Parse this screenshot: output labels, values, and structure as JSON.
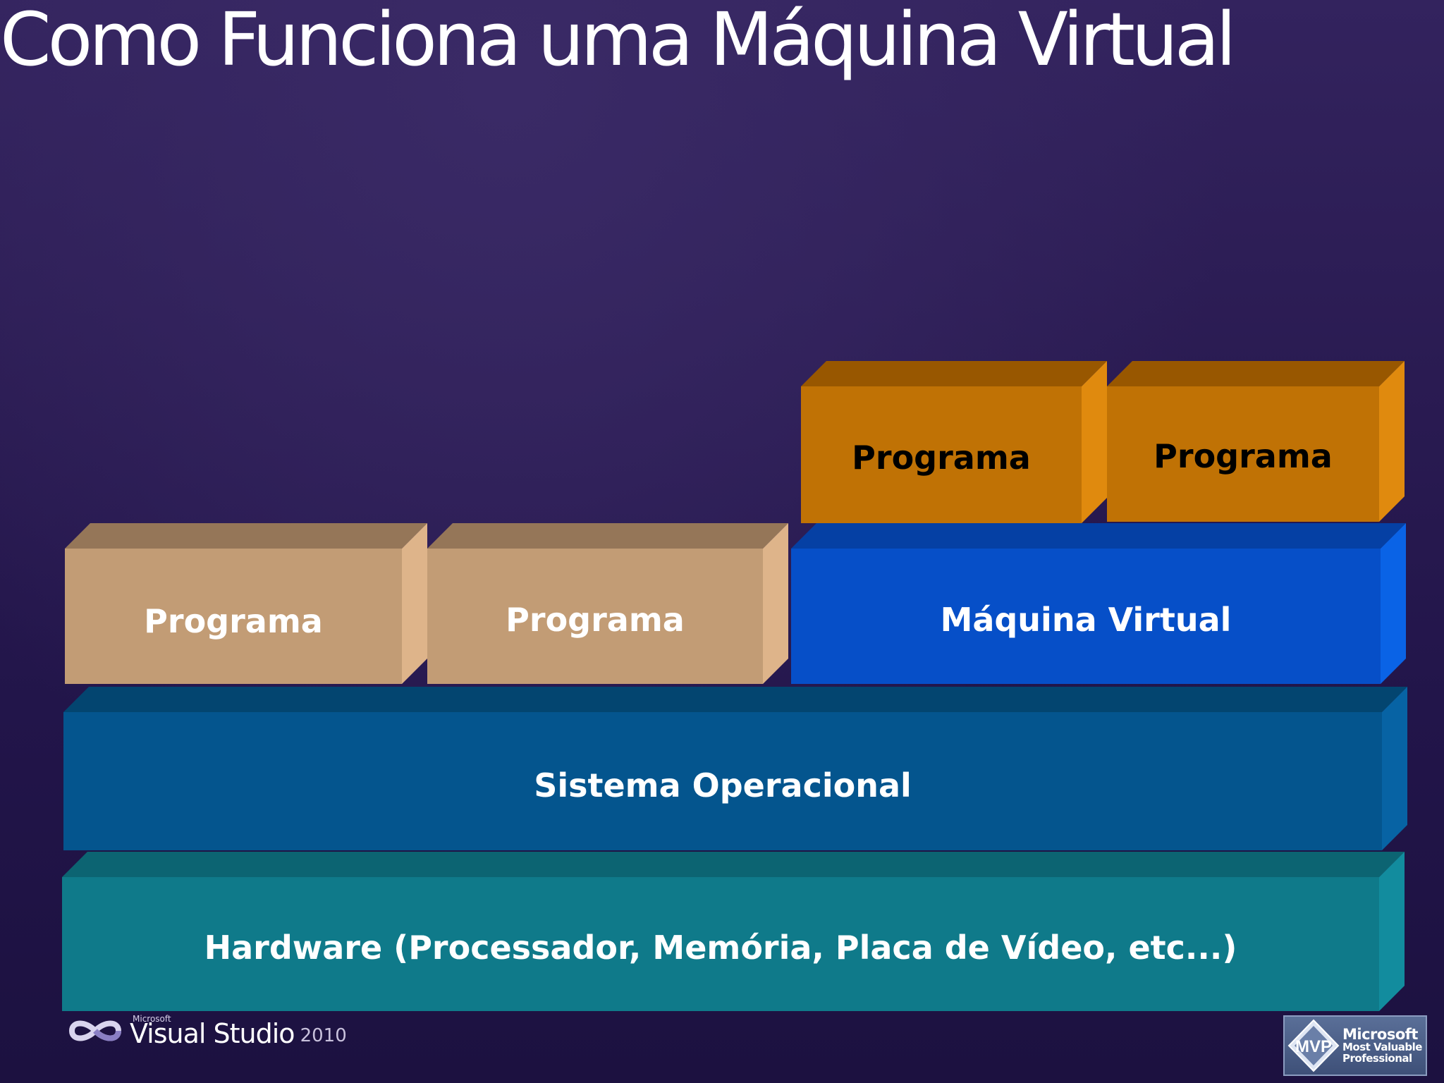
{
  "slide": {
    "title": "Como Funciona uma Máquina Virtual"
  },
  "diagram": {
    "blocks": [
      {
        "id": "hardware",
        "label": "Hardware (Processador, Memória, Placa de Vídeo, etc...)",
        "level": 1,
        "text_color": "#ffffff",
        "colors": {
          "front": "#0f7a8a",
          "top": "#0c6472",
          "side": "#128c9e"
        }
      },
      {
        "id": "os",
        "label": "Sistema Operacional",
        "level": 2,
        "text_color": "#ffffff",
        "colors": {
          "front": "#04558e",
          "top": "#034570",
          "side": "#0763a4"
        }
      },
      {
        "id": "program-1",
        "label": "Programa",
        "level": 3,
        "text_color": "#ffffff",
        "colors": {
          "front": "#c29c75",
          "top": "#957658",
          "side": "#deb48a"
        }
      },
      {
        "id": "program-2",
        "label": "Programa",
        "level": 3,
        "text_color": "#ffffff",
        "colors": {
          "front": "#c29c75",
          "top": "#957658",
          "side": "#deb48a"
        }
      },
      {
        "id": "virtual-machine",
        "label": "Máquina Virtual",
        "level": 3,
        "text_color": "#ffffff",
        "colors": {
          "front": "#064fc8",
          "top": "#0540a4",
          "side": "#0a63e6"
        }
      },
      {
        "id": "vm-program-1",
        "label": "Programa",
        "level": 4,
        "text_color": "#000000",
        "colors": {
          "front": "#c07205",
          "top": "#985700",
          "side": "#e08a0e"
        }
      },
      {
        "id": "vm-program-2",
        "label": "Programa",
        "level": 4,
        "text_color": "#000000",
        "colors": {
          "front": "#c07205",
          "top": "#985700",
          "side": "#e08a0e"
        }
      }
    ]
  },
  "footer": {
    "vs_microsoft": "Microsoft",
    "vs_name": "Visual Studio",
    "vs_year": "2010",
    "mvp_abbrev": "MVP",
    "mvp_line1": "Microsoft",
    "mvp_line2": "Most Valuable",
    "mvp_line3": "Professional"
  }
}
